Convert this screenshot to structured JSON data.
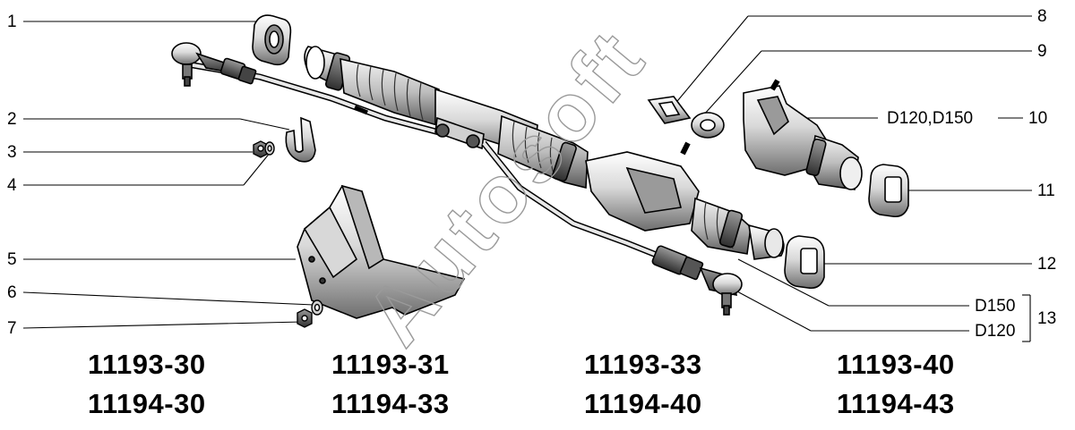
{
  "callouts": {
    "c1": "1",
    "c2": "2",
    "c3": "3",
    "c4": "4",
    "c5": "5",
    "c6": "6",
    "c7": "7",
    "c8": "8",
    "c9": "9",
    "c10": "10",
    "c11": "11",
    "c12": "12",
    "c13": "13"
  },
  "variant_labels": {
    "d120_d150": "D120,D150",
    "d150": "D150",
    "d120": "D120"
  },
  "watermark": "Autosoft",
  "model_codes": {
    "row1": [
      "11193-30",
      "11193-31",
      "11193-33",
      "11193-40"
    ],
    "row2": [
      "11194-30",
      "11194-33",
      "11194-40",
      "11194-43"
    ]
  }
}
